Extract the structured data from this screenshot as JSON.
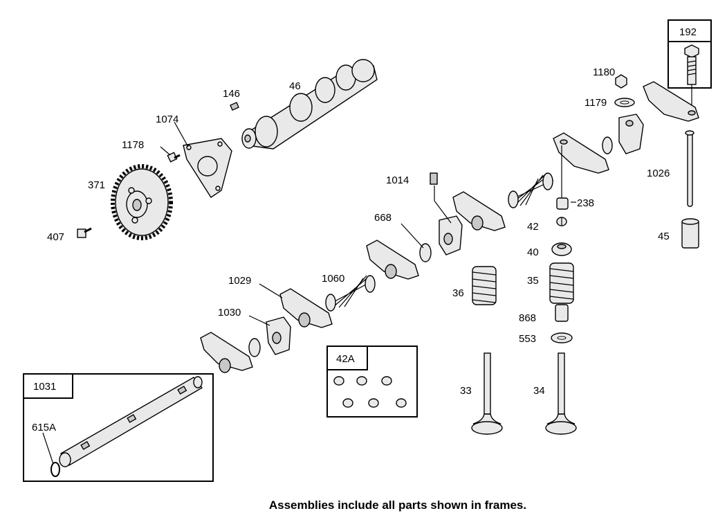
{
  "labels": {
    "p192": "192",
    "p1180": "1180",
    "p1179": "1179",
    "p146": "146",
    "p46": "46",
    "p1074": "1074",
    "p1178": "1178",
    "p371": "371",
    "p407": "407",
    "p1014": "1014",
    "p238": "238",
    "p1026": "1026",
    "p668": "668",
    "p42": "42",
    "p40": "40",
    "p45": "45",
    "p1029": "1029",
    "p1060": "1060",
    "p36": "36",
    "p35": "35",
    "p1030": "1030",
    "p868": "868",
    "p553": "553",
    "p42A": "42A",
    "p1031": "1031",
    "p615A": "615A",
    "p33": "33",
    "p34": "34"
  },
  "caption": "Assemblies include all parts shown in frames."
}
